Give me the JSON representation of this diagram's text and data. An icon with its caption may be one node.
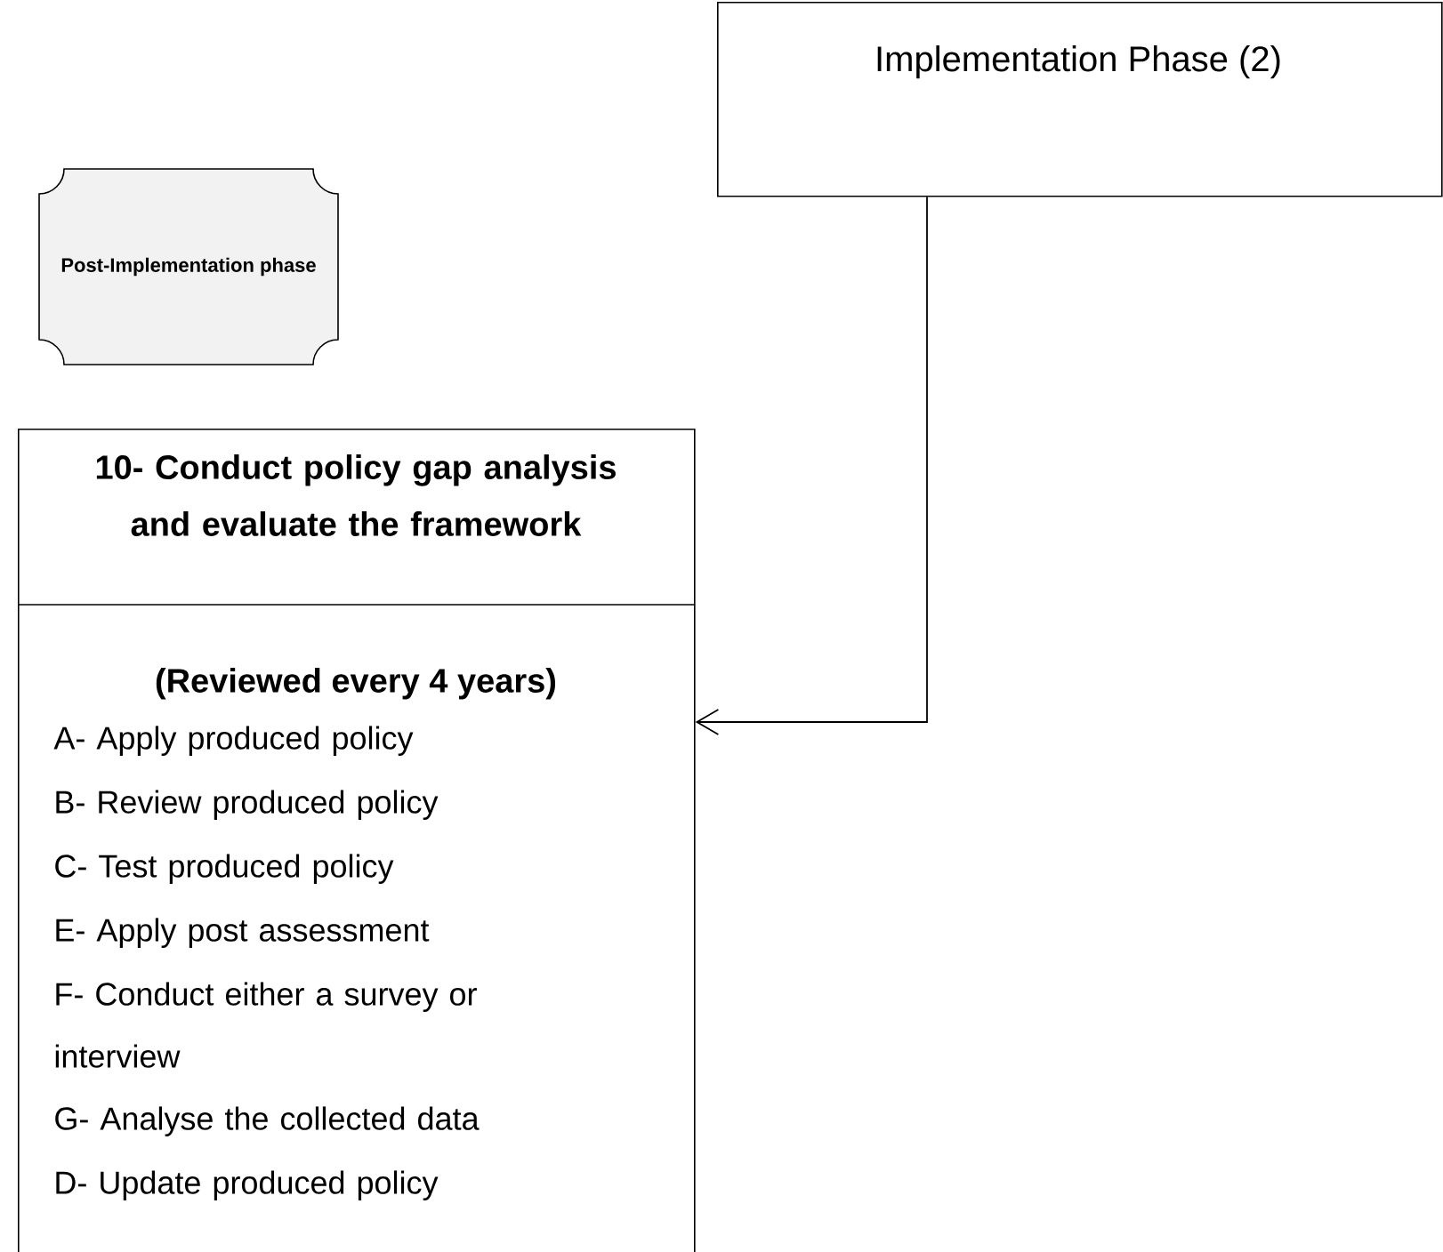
{
  "diagram": {
    "nodes": [
      {
        "text": [
          "Implementation Phase (2)"
        ]
      },
      {
        "text": [
          "Post-Implementation phase"
        ]
      },
      {
        "text": [
          "10- Conduct policy gap analysis and evaluate the framework",
          "(Reviewed every 4 years)",
          "A- Apply produced policy",
          "B- Review produced policy",
          "C- Test produced policy",
          "E- Apply post assessment",
          "F- Conduct either a survey or interview",
          "G- Analyse the collected data",
          "D- Update produced policy"
        ]
      }
    ],
    "edges": [
      {
        "from": 0,
        "to": 2,
        "arrow": "to"
      }
    ]
  }
}
